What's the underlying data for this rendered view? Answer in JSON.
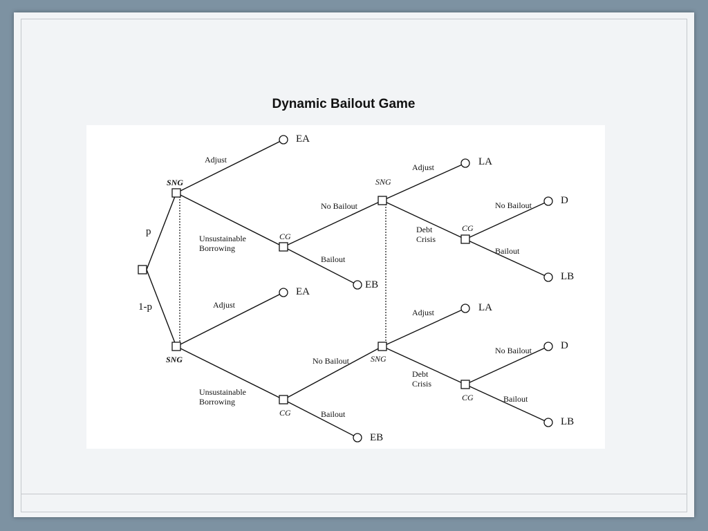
{
  "title": "Dynamic Bailout Game",
  "prob_p": "p",
  "prob_1p": "1-p",
  "sng_label": "SNG",
  "cg_label": "CG",
  "moves": {
    "adjust": "Adjust",
    "unsustainable_1": "Unsustainable",
    "unsustainable_2": "Borrowing",
    "bailout": "Bailout",
    "no_bailout": "No Bailout",
    "debt_1": "Debt",
    "debt_2": "Crisis"
  },
  "outcomes": {
    "ea": "EA",
    "eb": "EB",
    "la": "LA",
    "d": "D",
    "lb": "LB"
  }
}
